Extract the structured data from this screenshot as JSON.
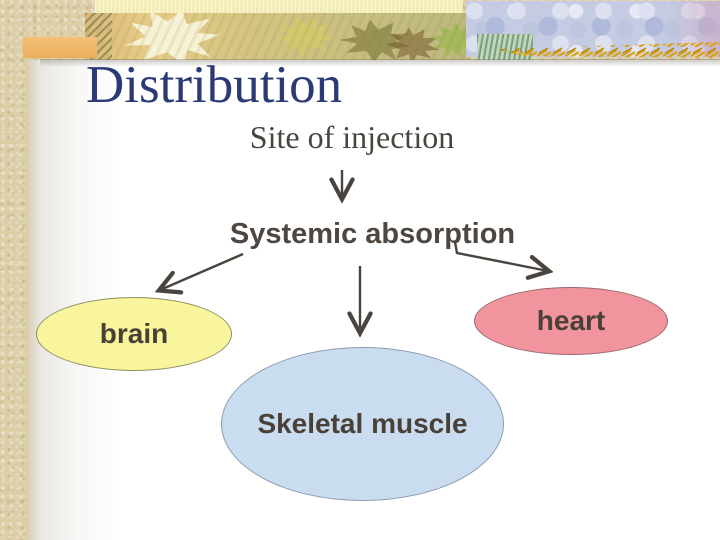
{
  "slide": {
    "title": "Distribution",
    "flow": {
      "source": "Site of injection",
      "hub": "Systemic absorption",
      "targets": [
        {
          "label": "brain",
          "fill": "#F8F59C",
          "border": "#8F8F60"
        },
        {
          "label": "Skeletal muscle",
          "fill": "#CADDF0",
          "border": "#8C9CB0"
        },
        {
          "label": "heart",
          "fill": "#F1949E",
          "border": "#996A70"
        }
      ]
    },
    "colors": {
      "title_text": "#2B3A74",
      "body_text": "#4A443E",
      "arrow": "#4A443E",
      "background_parchment": "#DCCFA8",
      "panel_white": "#FFFFFF"
    },
    "decorations": {
      "icons": [
        "maple-leaf-icon",
        "wheat-sprig-icon",
        "hydrangea-icon"
      ]
    }
  }
}
